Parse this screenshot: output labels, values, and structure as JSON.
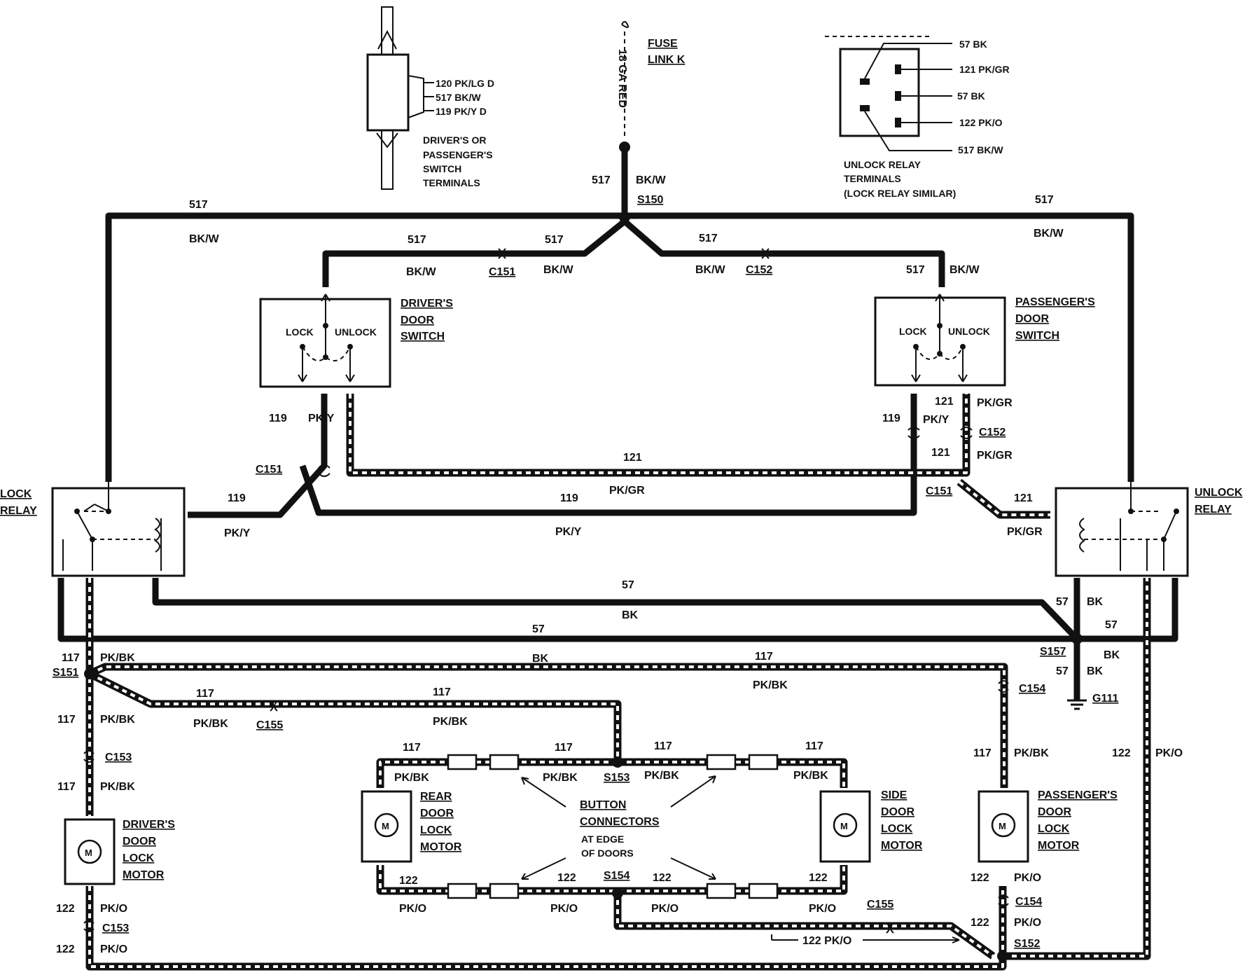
{
  "fuse": {
    "label_1": "FUSE",
    "label_2": "LINK K",
    "wire_label": "18 GA RED"
  },
  "switch_detail": {
    "pins": [
      "120 PK/LG D",
      "517 BK/W",
      "119 PK/Y D"
    ],
    "caption": [
      "DRIVER'S OR",
      "PASSENGER'S",
      "SWITCH",
      "TERMINALS"
    ]
  },
  "relay_detail": {
    "pins": [
      "57 BK",
      "121 PK/GR",
      "57 BK",
      "122 PK/O",
      "517 BK/W"
    ],
    "caption": [
      "UNLOCK RELAY",
      "TERMINALS",
      "(LOCK RELAY SIMILAR)"
    ]
  },
  "splices": {
    "s150": "S150",
    "s151": "S151",
    "s152": "S152",
    "s153": "S153",
    "s154": "S154",
    "s157": "S157"
  },
  "connectors": {
    "c151": "C151",
    "c152": "C152",
    "c153": "C153",
    "c154": "C154",
    "c155": "C155"
  },
  "ground": "G111",
  "components": {
    "lock_relay": [
      "LOCK",
      "RELAY"
    ],
    "unlock_relay": [
      "UNLOCK",
      "RELAY"
    ],
    "drivers_switch": [
      "DRIVER'S",
      "DOOR",
      "SWITCH"
    ],
    "passengers_switch": [
      "PASSENGER'S",
      "DOOR",
      "SWITCH"
    ],
    "switch_lock": "LOCK",
    "switch_unlock": "UNLOCK",
    "drivers_motor": [
      "DRIVER'S",
      "DOOR",
      "LOCK",
      "MOTOR"
    ],
    "rear_motor": [
      "REAR",
      "DOOR",
      "LOCK",
      "MOTOR"
    ],
    "side_motor": [
      "SIDE",
      "DOOR",
      "LOCK",
      "MOTOR"
    ],
    "passengers_motor": [
      "PASSENGER'S",
      "DOOR",
      "LOCK",
      "MOTOR"
    ],
    "motor_symbol": "M",
    "button_connectors": [
      "BUTTON",
      "CONNECTORS",
      "AT EDGE",
      "OF DOORS"
    ]
  },
  "circuits": {
    "c517": "517",
    "bkw": "BK/W",
    "c119": "119",
    "pky": "PK/Y",
    "c121": "121",
    "pkgr": "PK/GR",
    "c57": "57",
    "bk": "BK",
    "c117": "117",
    "pkbk": "PK/BK",
    "c122": "122",
    "pko": "PK/O",
    "c122pko": "122 PK/O"
  }
}
